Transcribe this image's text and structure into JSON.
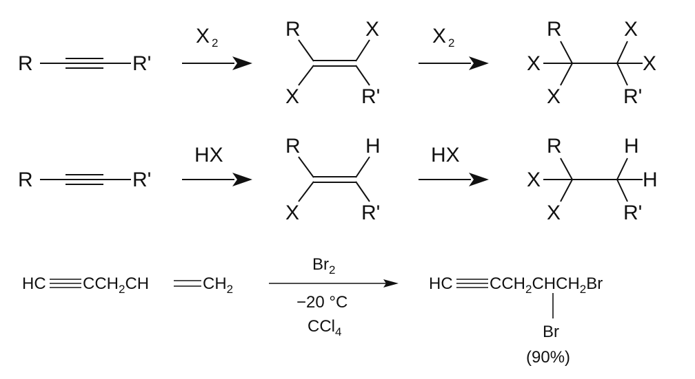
{
  "row1": {
    "alkyne": {
      "left": "R",
      "right": "R'"
    },
    "reagent1": {
      "main": "X",
      "sub": "2"
    },
    "alkene": {
      "tl": "R",
      "tr": "X",
      "bl": "X",
      "br": "R'"
    },
    "reagent2": {
      "main": "X",
      "sub": "2"
    },
    "alkane": {
      "tl": "R",
      "tr": "X",
      "l": "X",
      "r": "X",
      "bl": "X",
      "br": "R'"
    }
  },
  "row2": {
    "alkyne": {
      "left": "R",
      "right": "R'"
    },
    "reagent1": "HX",
    "alkene": {
      "tl": "R",
      "tr": "H",
      "bl": "X",
      "br": "R'"
    },
    "reagent2": "HX",
    "alkane": {
      "tl": "R",
      "tr": "H",
      "l": "X",
      "r": "H",
      "bl": "X",
      "br": "R'"
    }
  },
  "row3": {
    "reactant": {
      "hc": "HC",
      "cch": "CCH",
      "sub2a": "2",
      "ch": "CH",
      "ch2": "CH",
      "sub2b": "2"
    },
    "reagent": {
      "br": "Br",
      "sub": "2"
    },
    "temp": "−20 °C",
    "solvent": {
      "ccl": "CCl",
      "sub": "4"
    },
    "product": {
      "hc": "HC",
      "cch": "CCH",
      "sub2a": "2",
      "chch": "CHCH",
      "sub2b": "2",
      "br": "Br"
    },
    "product_br": "Br",
    "yield": "(90%)"
  }
}
